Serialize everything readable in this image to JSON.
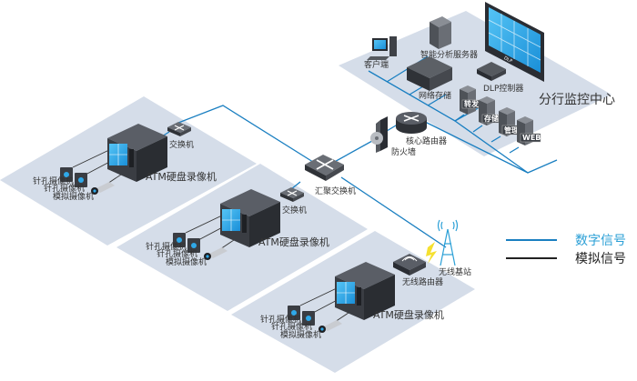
{
  "colors": {
    "digital": "#1a7fc1",
    "analog": "#222222",
    "panel": "#d5dde9",
    "device_dark": "#3e4147",
    "device_mid": "#5a5e66",
    "screen": "#2fa8e8",
    "legend_digital_text": "#2a9fd6",
    "legend_analog_text": "#222222"
  },
  "monitoring_center": {
    "title": "分行监控中心",
    "client": "客户端",
    "analysis_server": "智能分析服务器",
    "network_storage": "网络存储",
    "dlp_controller": "DLP控制器",
    "dlp_wall_brand": "DLP",
    "servers": [
      {
        "label": "转发"
      },
      {
        "label": "存储"
      },
      {
        "label": "管理"
      },
      {
        "label": "WEB"
      }
    ]
  },
  "core": {
    "core_router": "核心路由器",
    "firewall": "防火墙",
    "aggregation_switch": "汇聚交换机",
    "wireless_router": "无线路由器",
    "base_station": "无线基站"
  },
  "branches": [
    {
      "switch": "交换机",
      "dvr": "ATM硬盘录像机",
      "cameras": [
        "针孔摄像机",
        "针孔摄像机",
        "模拟摄像机"
      ]
    },
    {
      "switch": "交换机",
      "dvr": "ATM硬盘录像机",
      "cameras": [
        "针孔摄像机",
        "针孔摄像机",
        "模拟摄像机"
      ]
    },
    {
      "dvr": "ATM硬盘录像机",
      "cameras": [
        "针孔摄像机",
        "针孔摄像机",
        "模拟摄像机"
      ]
    }
  ],
  "legend": [
    {
      "label": "数字信号",
      "type": "digital"
    },
    {
      "label": "模拟信号",
      "type": "analog"
    }
  ]
}
